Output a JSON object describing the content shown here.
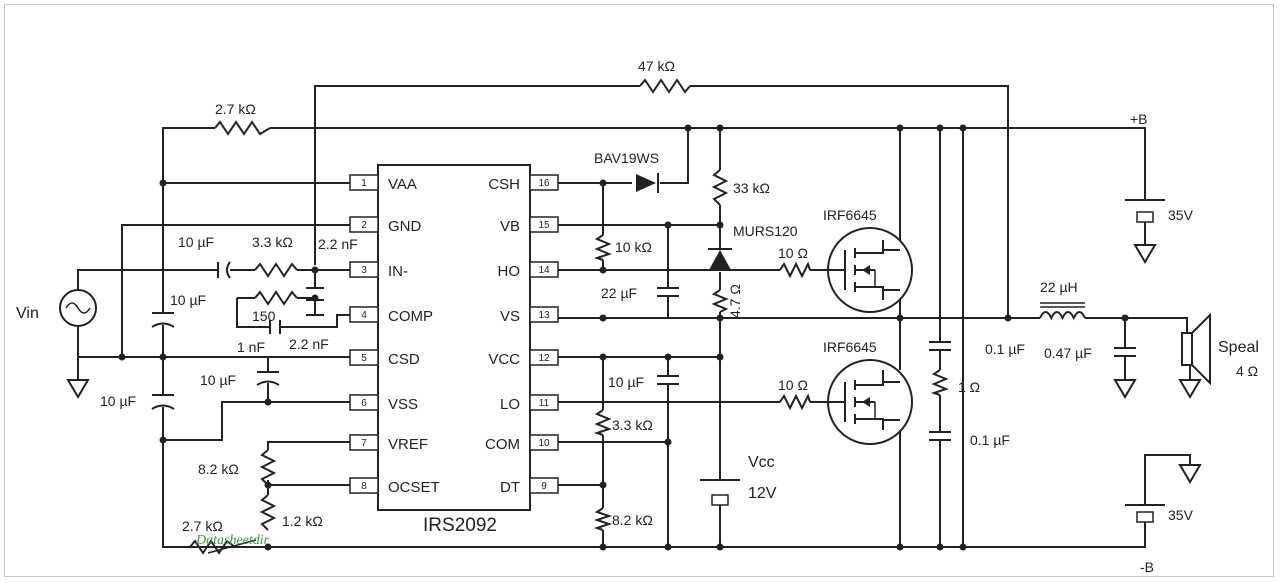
{
  "diagram": {
    "ic": {
      "name": "IRS2092",
      "left_pins": [
        {
          "num": "1",
          "name": "VAA"
        },
        {
          "num": "2",
          "name": "GND"
        },
        {
          "num": "3",
          "name": "IN-"
        },
        {
          "num": "4",
          "name": "COMP"
        },
        {
          "num": "5",
          "name": "CSD"
        },
        {
          "num": "6",
          "name": "VSS"
        },
        {
          "num": "7",
          "name": "VREF"
        },
        {
          "num": "8",
          "name": "OCSET"
        }
      ],
      "right_pins": [
        {
          "num": "16",
          "name": "CSH"
        },
        {
          "num": "15",
          "name": "VB"
        },
        {
          "num": "14",
          "name": "HO"
        },
        {
          "num": "13",
          "name": "VS"
        },
        {
          "num": "12",
          "name": "VCC"
        },
        {
          "num": "11",
          "name": "LO"
        },
        {
          "num": "10",
          "name": "COM"
        },
        {
          "num": "9",
          "name": "DT"
        }
      ]
    },
    "labels": {
      "r_47k": "47 kΩ",
      "r_2k7_top": "2.7 kΩ",
      "r_2k7_bottom": "2.7 kΩ",
      "diode_bav": "BAV19WS",
      "r_33k": "33 kΩ",
      "diode_murs": "MURS120",
      "r_10k": "10 kΩ",
      "r_4r7": "4.7 Ω",
      "c_22u": "22 µF",
      "c_10u_in": "10 µF",
      "r_3k3_in": "3.3 kΩ",
      "c_2n2_top": "2.2 nF",
      "c_10u_left1": "10 µF",
      "r_150": "150",
      "c_1n": "1 nF",
      "c_2n2_bottom": "2.2 nF",
      "c_10u_csd": "10 µF",
      "c_10u_left2": "10 µF",
      "r_8k2_left": "8.2 kΩ",
      "r_1k2": "1.2 kΩ",
      "c_10u_vcc": "10 µF",
      "r_3k3_right": "3.3 kΩ",
      "r_8k2_right": "8.2 kΩ",
      "mosfet_high": "IRF6645",
      "mosfet_low": "IRF6645",
      "r_10_gate_high": "10 Ω",
      "r_10_gate_low": "10 Ω",
      "vcc_label": "Vcc",
      "vcc_value": "12V",
      "c_0u1_top": "0.1 µF",
      "r_1": "1 Ω",
      "c_0u1_bottom": "0.1 µF",
      "inductor": "22 µH",
      "c_0u47": "0.47 µF",
      "speaker": "Speal",
      "speaker_imp": "4 Ω",
      "plus_b": "+B",
      "minus_b": "-B",
      "v35_top": "35V",
      "v35_bottom": "35V",
      "vin": "Vin"
    },
    "watermark": "Datasheetdir"
  }
}
